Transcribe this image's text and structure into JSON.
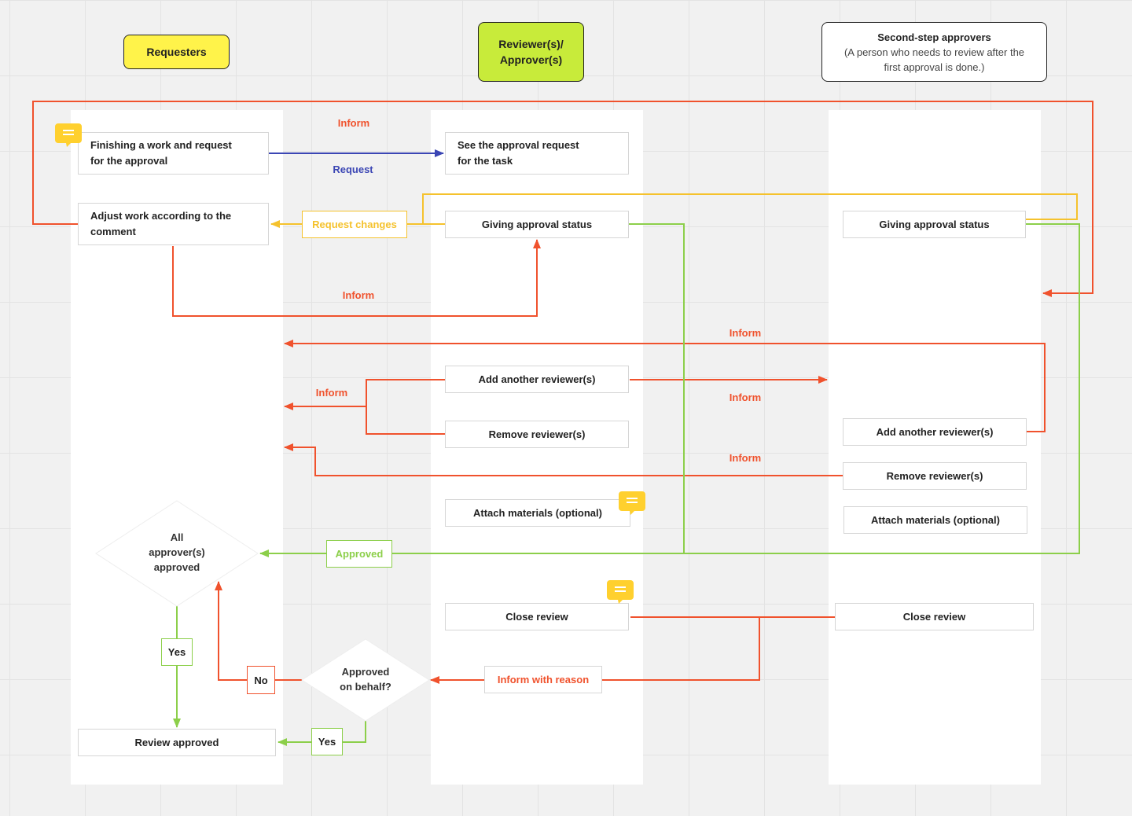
{
  "colors": {
    "red": "#f0522d",
    "blue": "#3b46b4",
    "yellow": "#f5c22d",
    "green": "#8ccf4a",
    "requesters_header_bg": "#fff34a",
    "approvers_header_bg": "#c8eb3a",
    "comment_icon": "#ffd02e"
  },
  "headers": {
    "requesters": "Requesters",
    "approvers_line1": "Reviewer(s)/",
    "approvers_line2": "Approver(s)",
    "second_step_title": "Second-step approvers",
    "second_step_note_line1": "(A person who needs to review after the",
    "second_step_note_line2": "first approval is done.)"
  },
  "requesters": {
    "finish_line1": "Finishing a work and request",
    "finish_line2": "for the approval",
    "adjust_line1": "Adjust work according to the",
    "adjust_line2": "comment",
    "decision_line1": "All",
    "decision_line2": "approver(s)",
    "decision_line3": "approved",
    "review_approved": "Review approved"
  },
  "approvers": {
    "see_request_line1": "See the approval request",
    "see_request_line2": "for the task",
    "giving_status": "Giving approval status",
    "add_reviewer": "Add another reviewer(s)",
    "remove_reviewer": "Remove reviewer(s)",
    "attach": "Attach materials (optional)",
    "close_review": "Close review",
    "behalf_line1": "Approved",
    "behalf_line2": "on behalf?"
  },
  "second_step": {
    "giving_status": "Giving approval status",
    "add_reviewer": "Add another reviewer(s)",
    "remove_reviewer": "Remove reviewer(s)",
    "attach": "Attach materials (optional)",
    "close_review": "Close review"
  },
  "edge_labels": {
    "inform_top": "Inform",
    "request": "Request",
    "request_changes": "Request changes",
    "inform_adjust": "Inform",
    "inform_second_add": "Inform",
    "inform_add_remove": "Inform",
    "inform_add_to_second": "Inform",
    "inform_second_remove": "Inform",
    "approved": "Approved",
    "yes_decision": "Yes",
    "no": "No",
    "yes_behalf": "Yes",
    "inform_with_reason": "Inform with reason"
  },
  "icons": {
    "comment_1": "comment-icon",
    "comment_2": "comment-icon",
    "comment_3": "comment-icon"
  }
}
